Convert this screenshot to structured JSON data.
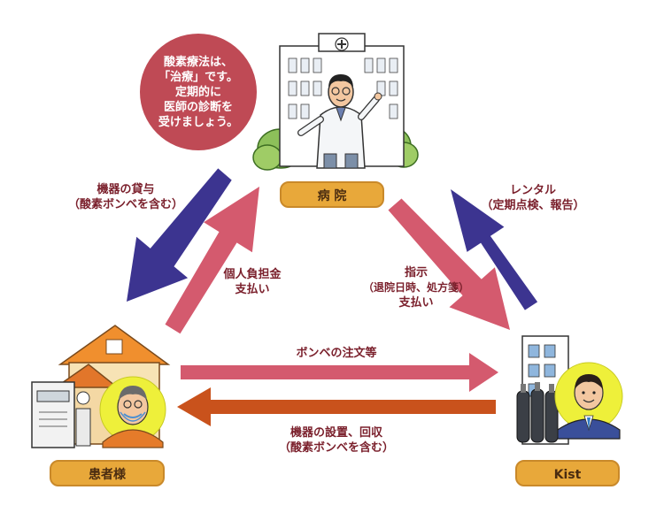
{
  "bubble": {
    "lines": [
      "酸素療法は、",
      "「治療」です。",
      "定期的に",
      "医師の診断を",
      "受けましょう。"
    ]
  },
  "nodes": {
    "hospital": "病 院",
    "patient": "患者様",
    "kist": "Kist"
  },
  "flows": {
    "hospital_to_patient": [
      "機器の貸与",
      "（酸素ボンベを含む）"
    ],
    "patient_to_hospital": [
      "個人負担金",
      "支払い"
    ],
    "hospital_to_kist": [
      "指示",
      "（退院日時、処方箋）",
      "支払い"
    ],
    "kist_to_hospital": [
      "レンタル",
      "（定期点検、報告）"
    ],
    "patient_to_kist": [
      "ボンベの注文等"
    ],
    "kist_to_patient": [
      "機器の設置、回収",
      "（酸素ボンベを含む）"
    ]
  },
  "colors": {
    "navy_arrow": "#3c3490",
    "pink_arrow": "#d45a6e",
    "orange_arrow": "#c9521c",
    "label_pill": "#e8a83a",
    "bubble": "#bf4a55",
    "text": "#7a1f2b"
  },
  "icons": {
    "hospital": "hospital-building-with-doctor",
    "patient": "house-with-oxygen-machine-and-patient",
    "kist": "office-building-with-gas-cylinders-and-staff"
  }
}
